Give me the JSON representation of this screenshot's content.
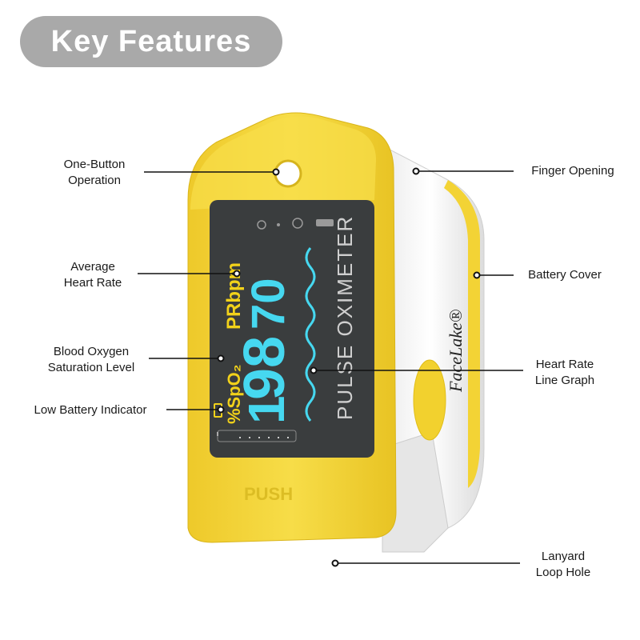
{
  "title": "Key Features",
  "labels": {
    "one_button": [
      "One-Button",
      "Operation"
    ],
    "average_heart_rate": [
      "Average",
      "Heart Rate"
    ],
    "blood_oxygen": [
      "Blood Oxygen",
      "Saturation Level"
    ],
    "low_battery": [
      "Low Battery Indicator"
    ],
    "finger_opening": [
      "Finger Opening"
    ],
    "battery_cover": [
      "Battery Cover"
    ],
    "heart_rate_graph": [
      "Heart Rate",
      "Line Graph"
    ],
    "lanyard": [
      "Lanyard",
      "Loop Hole"
    ]
  },
  "device": {
    "brand": "FaceLake®",
    "side_label": "PULSE OXIMETER",
    "push_label": "PUSH",
    "spo2_label": "%SpO₂",
    "spo2_value": "98",
    "spo2_digit_prefix": "1",
    "pr_label": "PRbpm",
    "pr_value": "70"
  },
  "colors": {
    "body_yellow": "#f5d73a",
    "body_yellow_dark": "#e3bf1c",
    "shell_white": "#f4f4f4",
    "screen": "#3a3d3e",
    "cyan": "#46d8f0",
    "amber": "#f2d21a",
    "title_pill": "#a9a9a9"
  }
}
